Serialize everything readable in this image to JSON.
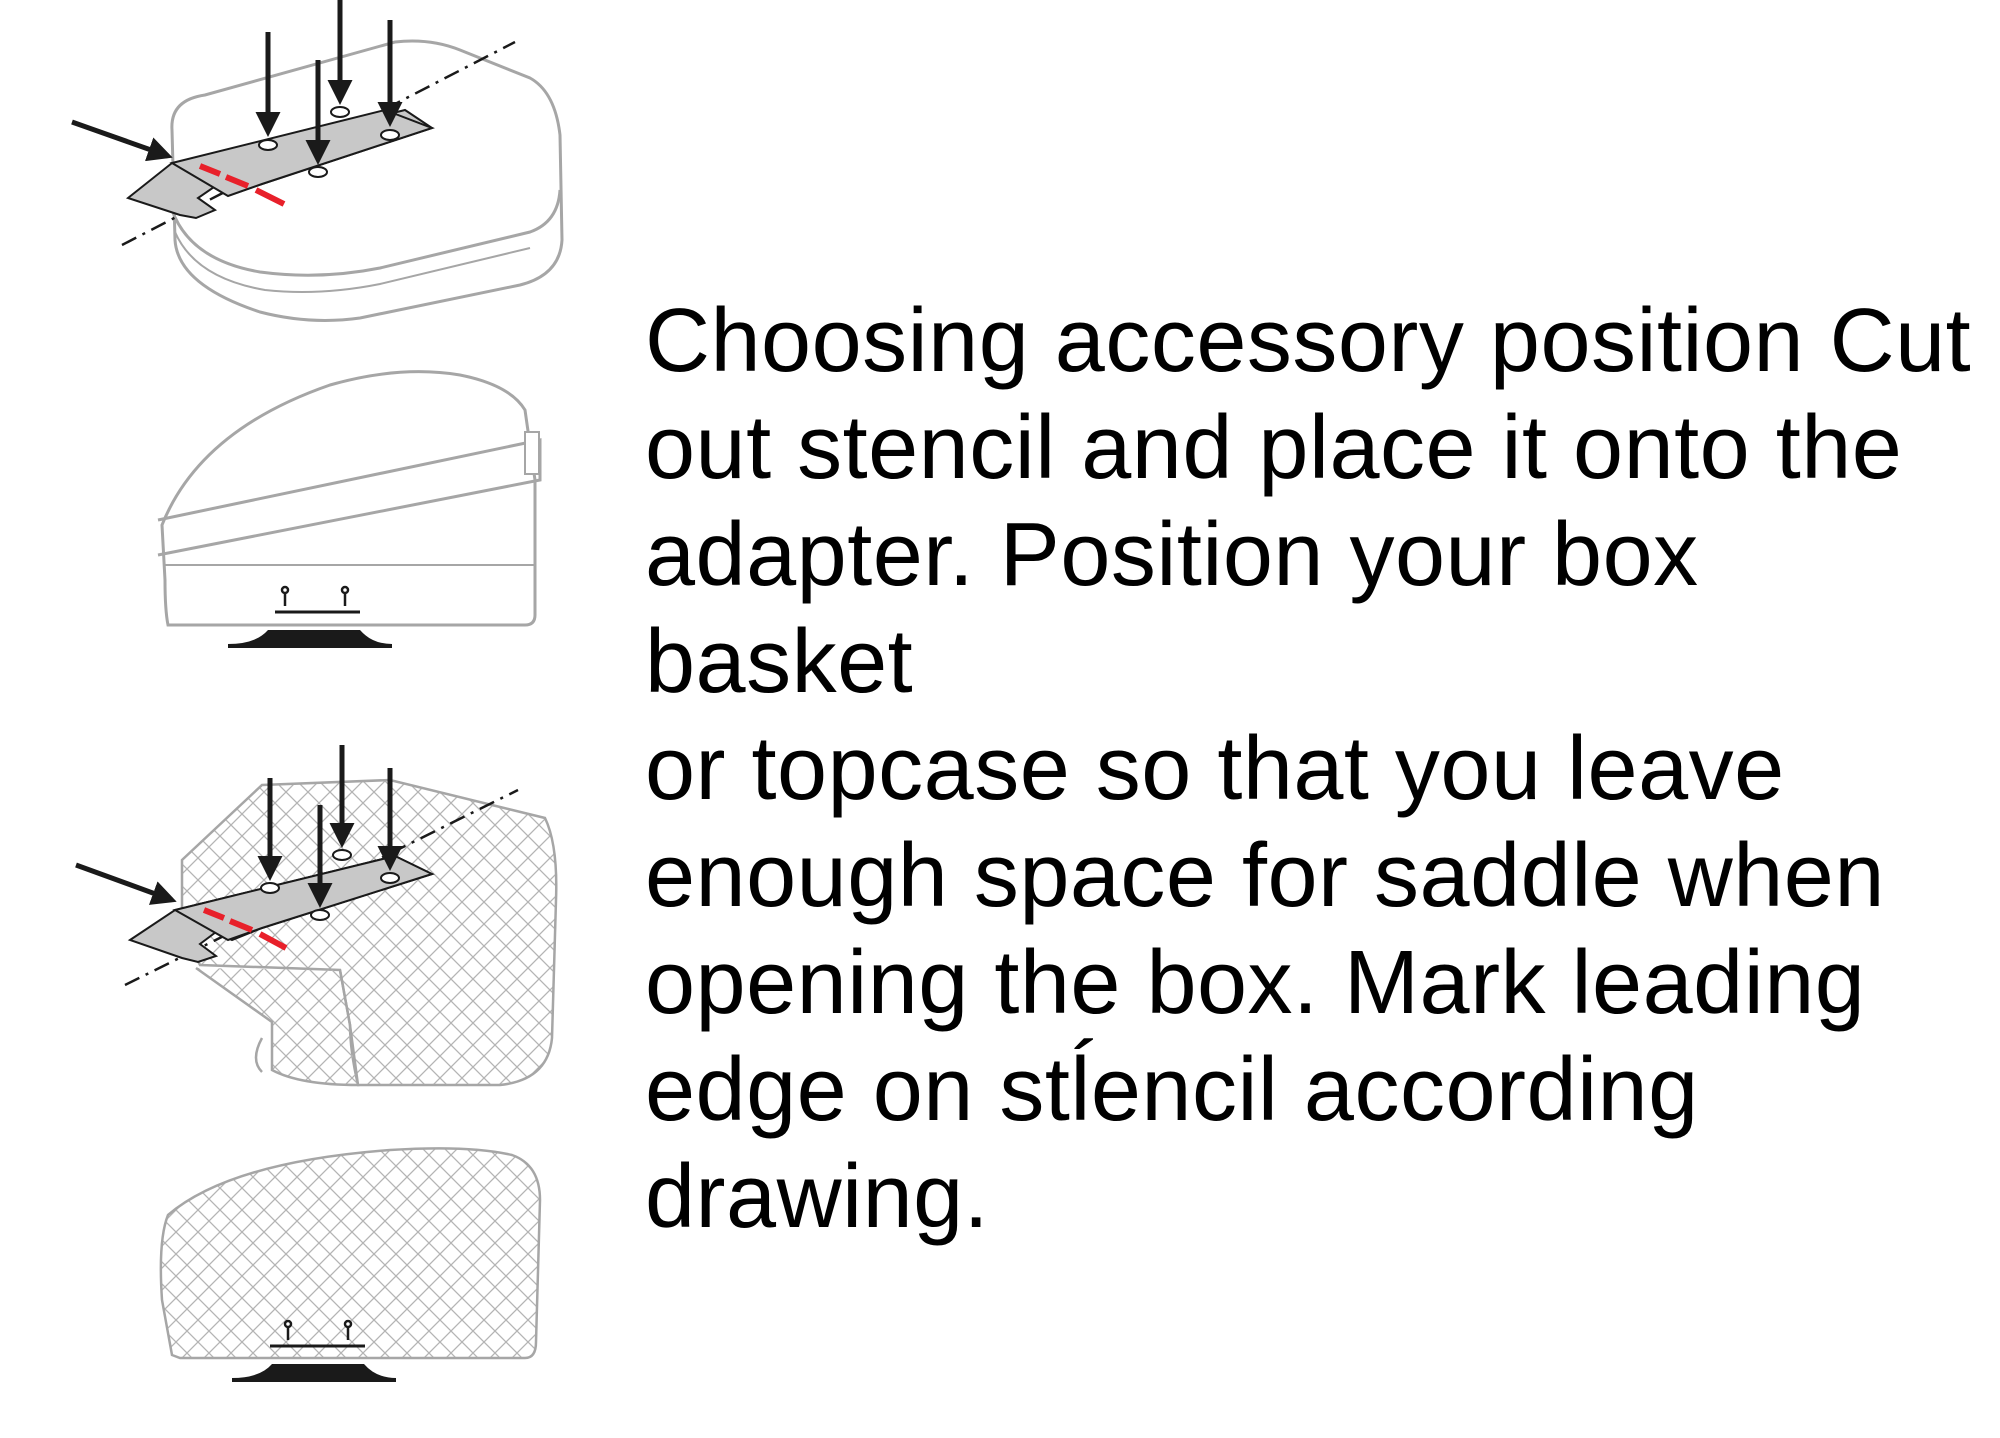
{
  "instruction": {
    "text": "Choosing accessory position Cut out stencil and place it onto the adapter. Position your box basket or topcase so that you leave enough space for saddle when opening the box. Mark leading edge on stĺencil according drawing.",
    "lines": [
      "Choosing accessory position Cut",
      "out stencil and place it onto the",
      "adapter. Position your box basket",
      "or topcase so that you leave",
      "enough space for saddle when",
      "opening the box. Mark leading",
      "edge on stĺencil according",
      "drawing."
    ]
  },
  "figures": [
    {
      "id": "box-stencil-top-view",
      "object": "top box",
      "view": "perspective"
    },
    {
      "id": "box-side-view",
      "object": "top box",
      "view": "side"
    },
    {
      "id": "basket-stencil-top-view",
      "object": "basket",
      "view": "perspective"
    },
    {
      "id": "basket-side-view",
      "object": "basket",
      "view": "side"
    }
  ],
  "colors": {
    "text": "#000000",
    "outline": "#a6a6a6",
    "stencil_fill": "#c8c8c8",
    "stencil_outline": "#1a1a1a",
    "leading_edge_mark": "#e8202a",
    "arrow": "#1a1a1a",
    "mesh": "#b4b4b4"
  }
}
